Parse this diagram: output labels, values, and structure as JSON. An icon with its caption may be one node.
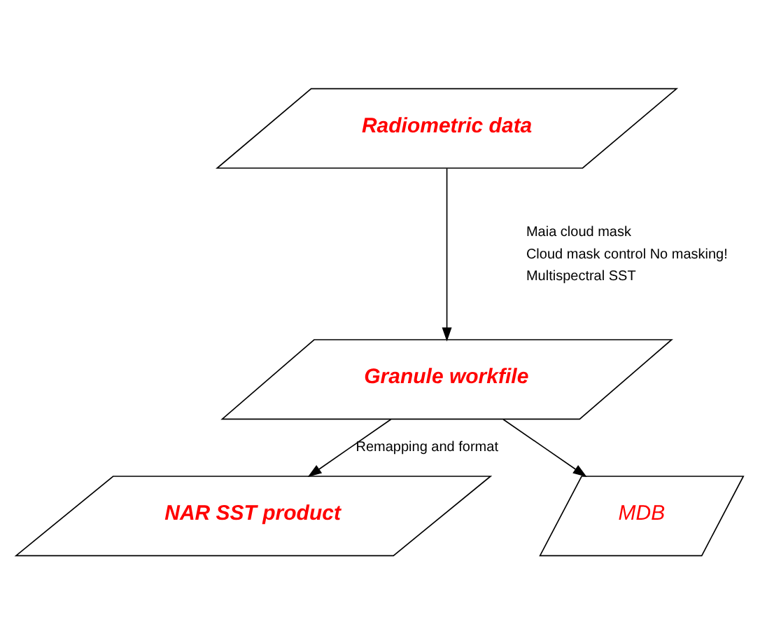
{
  "diagram": {
    "nodes": [
      {
        "text": [
          "Radiometric data"
        ]
      },
      {
        "text": [
          "Granule workfile"
        ]
      },
      {
        "text": [
          "NAR SST product"
        ]
      },
      {
        "text": [
          "MDB"
        ]
      }
    ],
    "edges": [
      {
        "from": 0,
        "to": 1,
        "arrow": "to"
      },
      {
        "from": 1,
        "to": 2,
        "arrow": "to",
        "label": "Remapping and format"
      },
      {
        "from": 1,
        "to": 3,
        "arrow": "to"
      }
    ],
    "labels": [
      "Maia cloud mask",
      "Cloud mask control No masking!",
      "Multispectral SST"
    ]
  }
}
